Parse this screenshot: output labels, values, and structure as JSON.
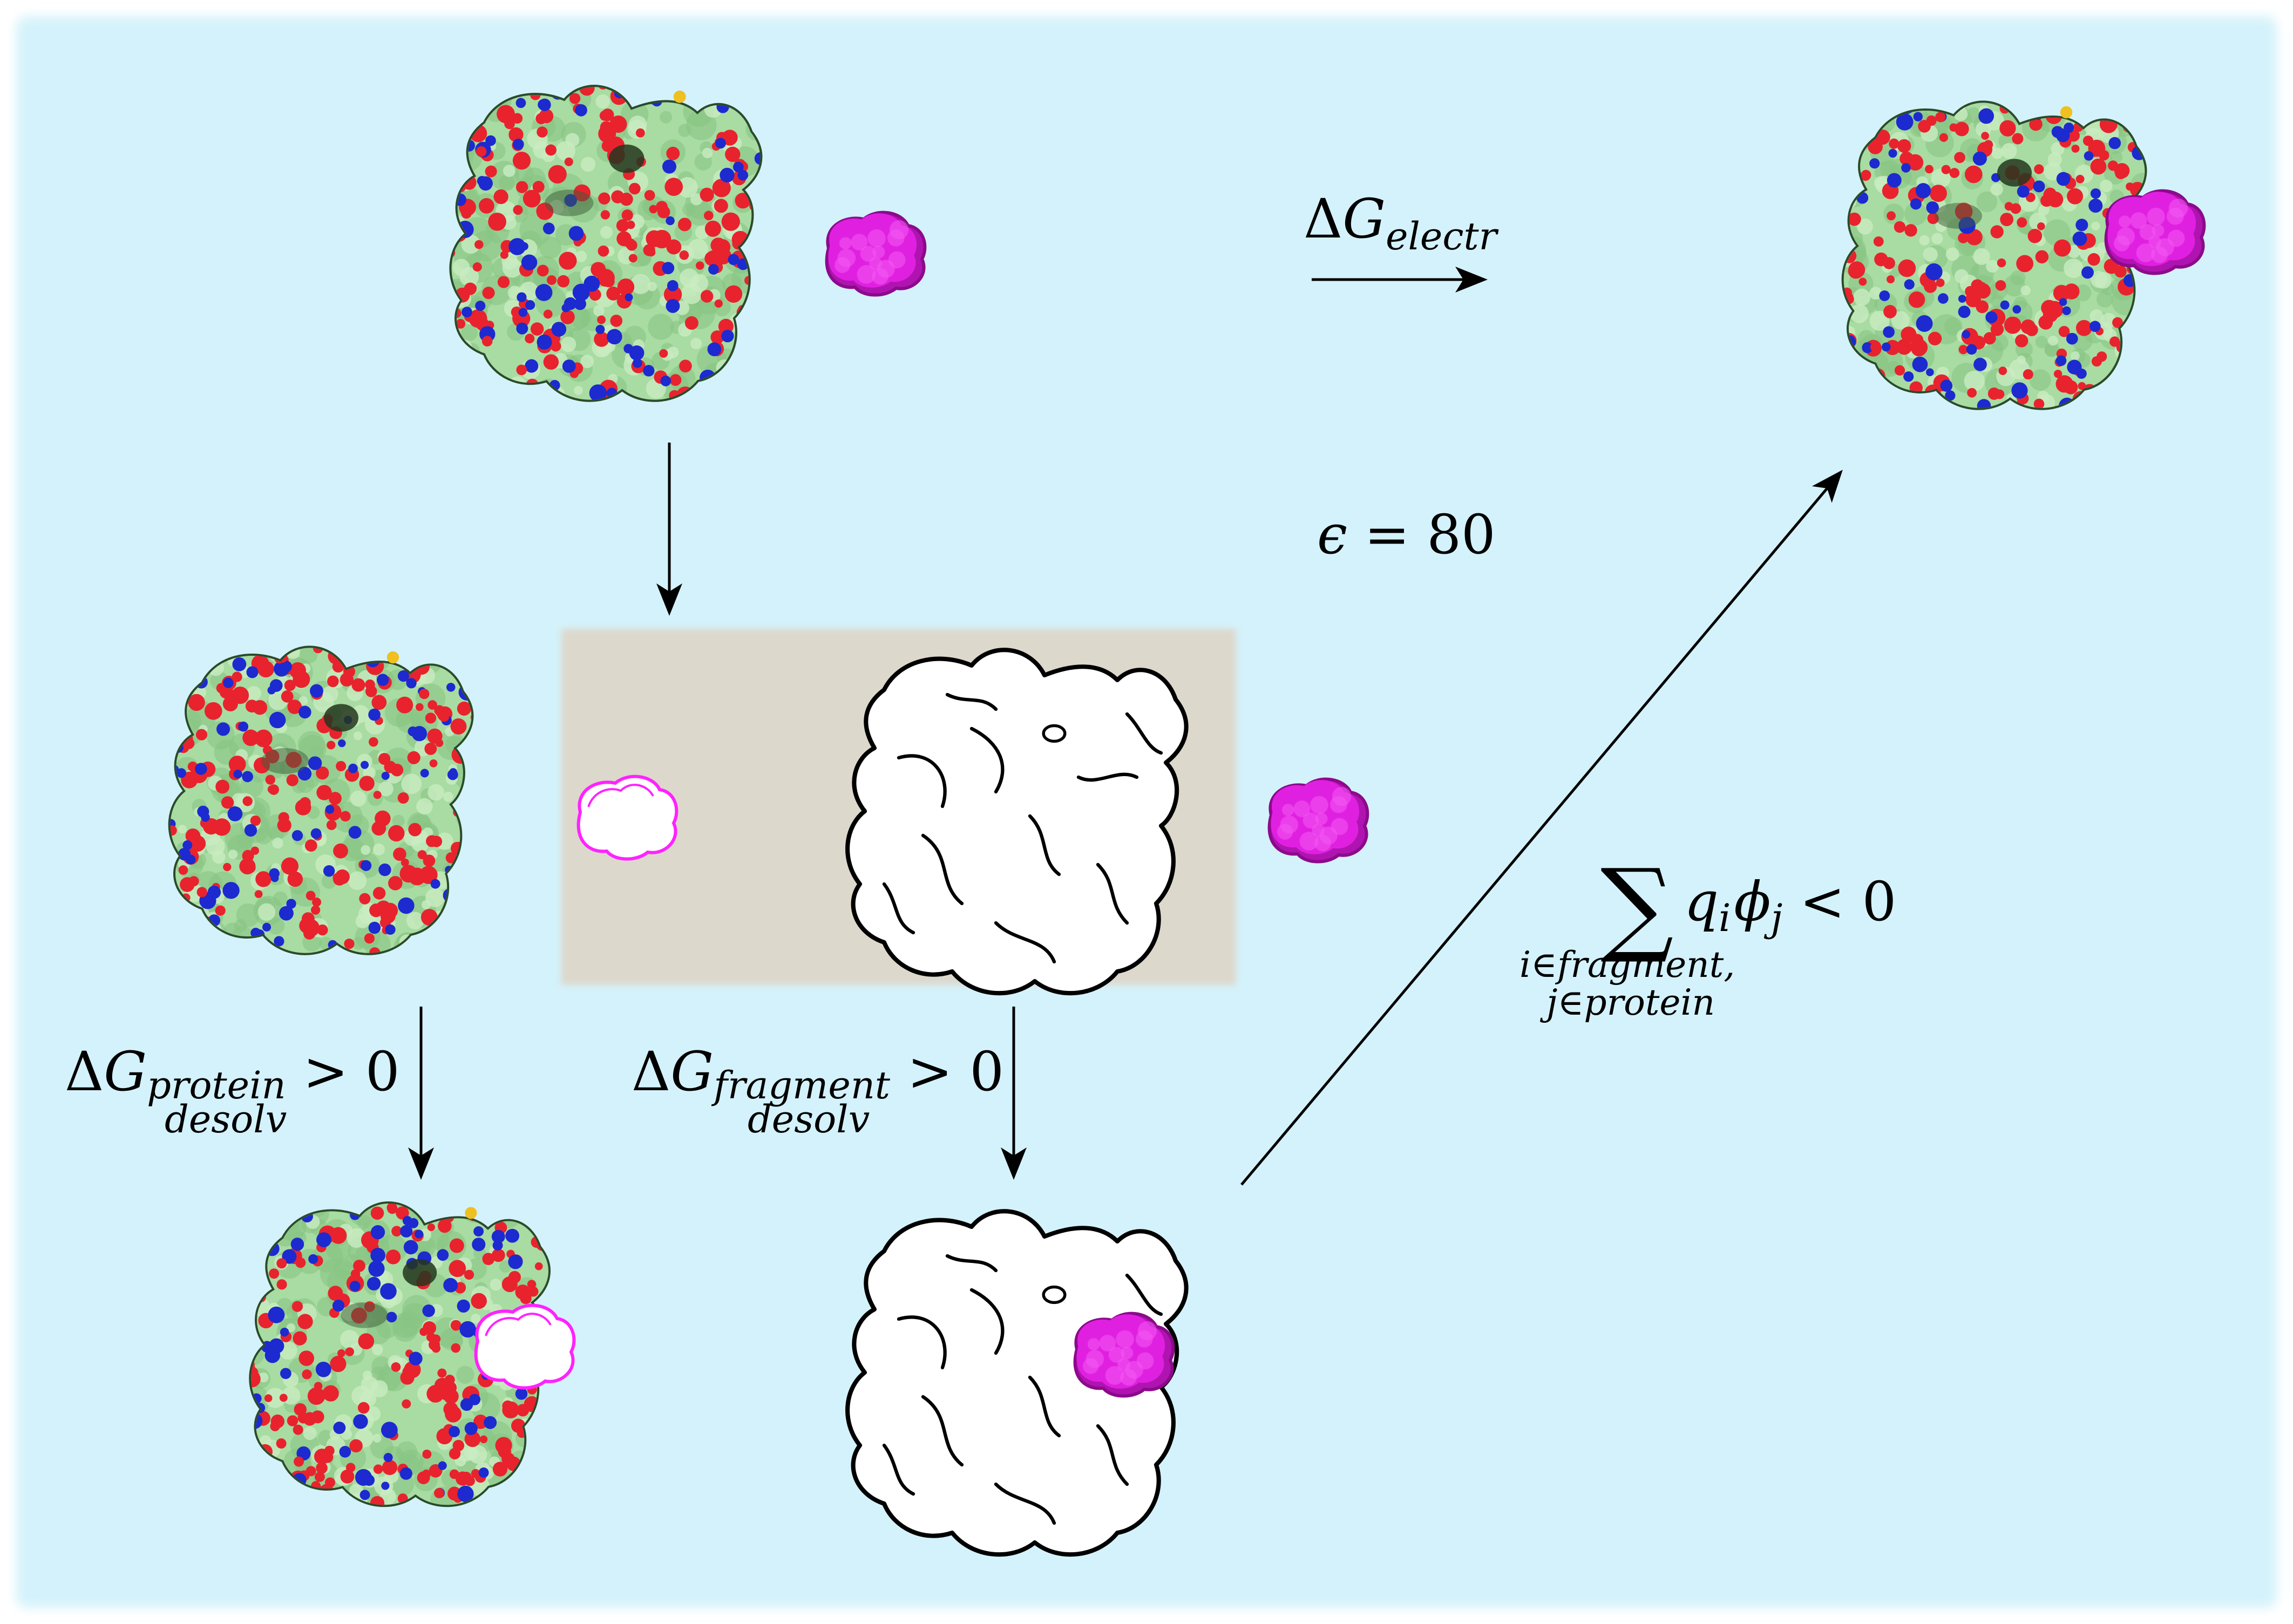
{
  "colors": {
    "background": "#d4f2fb",
    "desolvation_box": "#ddd8cc",
    "protein_surface": "#a8dca2",
    "oxygen_atoms": "#e8232e",
    "nitrogen_atoms": "#1c2ad0",
    "sulfur_atoms": "#f0c020",
    "fragment": "#e020e0",
    "fragment_outline": "#ff22ff",
    "arrow": "#000000"
  },
  "labels": {
    "dg_electr": {
      "delta": "Δ",
      "g": "G",
      "sub": "electr"
    },
    "epsilon": {
      "symbol": "ϵ",
      "rest": " = 80"
    },
    "dg_protein": {
      "delta": "Δ",
      "g": "G",
      "sup": "protein",
      "sub": "desolv",
      "rest": " > 0"
    },
    "dg_fragment": {
      "delta": "Δ",
      "g": "G",
      "sup": "fragment",
      "sub": "desolv",
      "rest": " > 0"
    },
    "sum": {
      "sigma": "∑",
      "q": "q",
      "qi": "i",
      "phi": "ϕ",
      "phij": "j",
      "rest": " < 0",
      "limit1": "i∈fragment,",
      "limit2": "j∈protein"
    }
  },
  "icons": {
    "protein": "protein-surface-icon",
    "protein_outline": "protein-outline-icon",
    "fragment": "fragment-blob-icon",
    "fragment_cavity": "fragment-cavity-outline-icon"
  }
}
